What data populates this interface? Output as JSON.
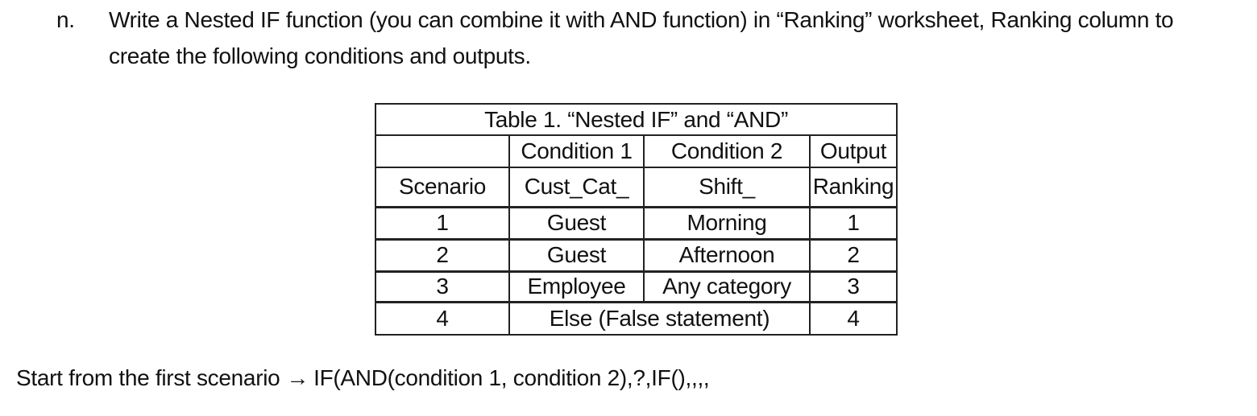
{
  "page": {
    "background_color": "#ffffff",
    "text_color": "#111111",
    "table_border_color": "#222222"
  },
  "intro": {
    "marker": "n.",
    "line1": "Write a Nested IF function (you can combine it with AND function) in “Ranking” worksheet, Ranking column to",
    "line2": "create the following conditions and outputs."
  },
  "table": {
    "title": "Table 1. “Nested IF” and “AND”",
    "header_row1": [
      "",
      "Condition 1",
      "Condition 2",
      "Output"
    ],
    "header_row2": [
      "Scenario",
      "Cust_Cat_",
      "Shift_",
      "Ranking"
    ],
    "rows": [
      {
        "scenario": "1",
        "condition1": "Guest",
        "condition2": "Morning",
        "output": "1"
      },
      {
        "scenario": "2",
        "condition1": "Guest",
        "condition2": "Afternoon",
        "output": "2"
      },
      {
        "scenario": "3",
        "condition1": "Employee",
        "condition2": "Any category",
        "output": "3"
      },
      {
        "scenario": "4",
        "condition_merged": "Else (False statement)",
        "output": "4"
      }
    ]
  },
  "footer": {
    "prefix": "Start from the first scenario",
    "arrow": "→",
    "formula": "IF(AND(condition 1, condition 2),?,IF(),,,,"
  }
}
